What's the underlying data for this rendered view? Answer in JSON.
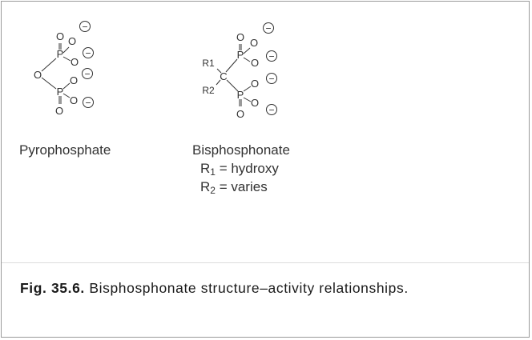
{
  "pyrophosphate": {
    "name": "Pyrophosphate",
    "atom_O": "O",
    "atom_P": "P",
    "minus": "−"
  },
  "bisphosphonate": {
    "name": "Bisphosphonate",
    "atom_O": "O",
    "atom_P": "P",
    "atom_C": "C",
    "r1_atom": "R1",
    "r2_atom": "R2",
    "minus": "−",
    "r1": {
      "symbol": "R",
      "sub": "1",
      "text": " = hydroxy"
    },
    "r2": {
      "symbol": "R",
      "sub": "2",
      "text": " = varies"
    }
  },
  "caption": {
    "label": "Fig. 35.6.",
    "text": " Bisphosphonate structure–activity relationships."
  }
}
